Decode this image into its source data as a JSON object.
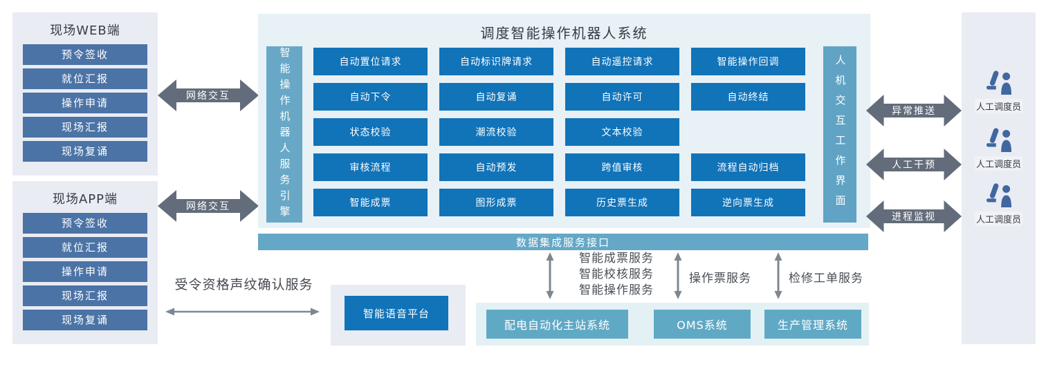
{
  "colors": {
    "node_blue": "#1173b8",
    "side_item_blue": "#4b73a6",
    "teal_bar": "#64a7c6",
    "engine_bar": "#68a8c6",
    "hmi_bar": "#60a3c4",
    "bottom_box": "#60a9c5",
    "arrow_dark": "#636c7a",
    "arrow_thin": "#7e8791",
    "panel_grey": "#e9ecf3",
    "panel_light_blue": "#e7f1f6",
    "panel_bottom": "#e4f1f4",
    "icon_blue": "#40679f"
  },
  "web_panel": {
    "title": "现场WEB端",
    "items": [
      "预令签收",
      "就位汇报",
      "操作申请",
      "现场汇报",
      "现场复诵"
    ]
  },
  "app_panel": {
    "title": "现场APP端",
    "items": [
      "预令签收",
      "就位汇报",
      "操作申请",
      "现场汇报",
      "现场复诵"
    ]
  },
  "network_arrows": [
    "网络交互",
    "网络交互"
  ],
  "robot_system": {
    "title": "调度智能操作机器人系统",
    "engine_bar": "智能操作机器人服务引擎",
    "hmi_bar": "人机交互工作界面",
    "grid": [
      [
        "自动置位请求",
        "自动标识牌请求",
        "自动遥控请求",
        "智能操作回调"
      ],
      [
        "自动下令",
        "自动复诵",
        "自动许可",
        "自动终结"
      ],
      [
        "状态校验",
        "潮流校验",
        "文本校验"
      ],
      [
        "审核流程",
        "自动预发",
        "跨值审核",
        "流程自动归档"
      ],
      [
        "智能成票",
        "图形成票",
        "历史票生成",
        "逆向票生成"
      ]
    ]
  },
  "data_bus": {
    "label": "数据集成服务接口"
  },
  "services": {
    "multi": [
      "智能成票服务",
      "智能校核服务",
      "智能操作服务"
    ],
    "ticket": "操作票服务",
    "work_order": "检修工单服务"
  },
  "bottom_systems": {
    "items": [
      "配电自动化主站系统",
      "OMS系统",
      "生产管理系统"
    ]
  },
  "voice": {
    "platform_label": "智能语音平台",
    "service_label": "受令资格声纹确认服务"
  },
  "right_arrows": [
    "异常推送",
    "人工干预",
    "进程监视"
  ],
  "dispatchers": [
    "人工调度员",
    "人工调度员",
    "人工调度员"
  ]
}
